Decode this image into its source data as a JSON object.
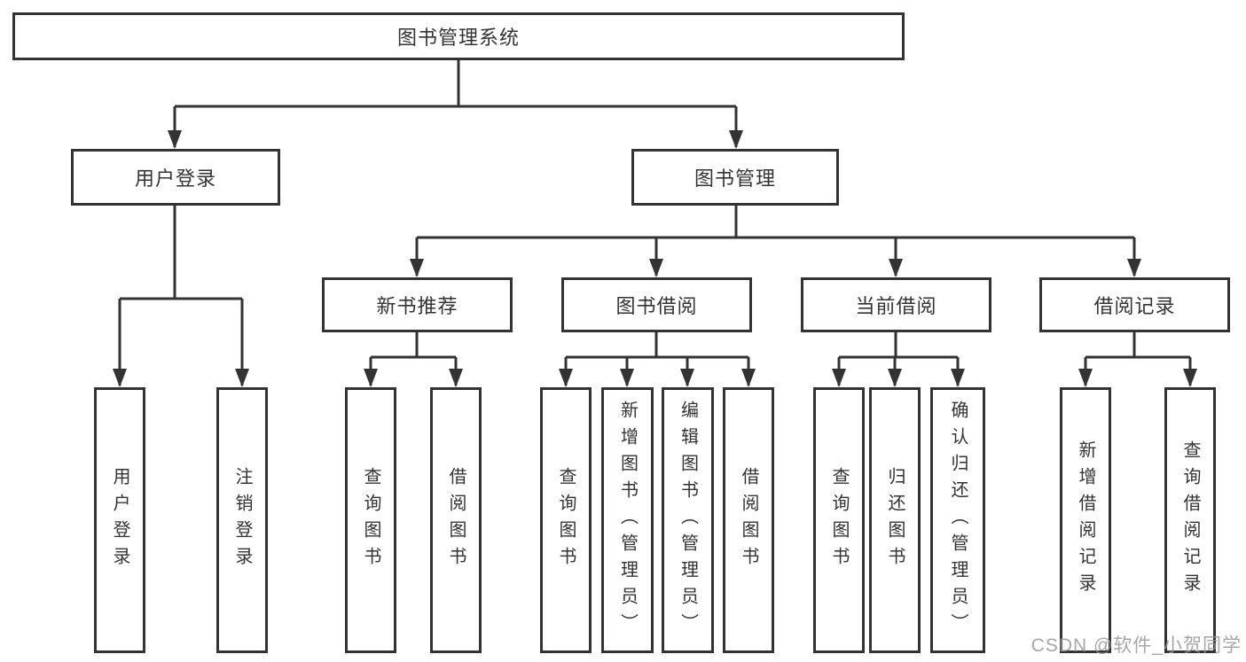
{
  "diagram": {
    "root": "图书管理系统",
    "user_login": {
      "label": "用户登录",
      "children": [
        "用户登录",
        "注销登录"
      ]
    },
    "book_management": {
      "label": "图书管理",
      "children": [
        {
          "label": "新书推荐",
          "children": [
            "查询图书",
            "借阅图书"
          ]
        },
        {
          "label": "图书借阅",
          "children": [
            "查询图书",
            "新增图书（管理员）",
            "编辑图书（管理员）",
            "借阅图书"
          ]
        },
        {
          "label": "当前借阅",
          "children": [
            "查询图书",
            "归还图书",
            "确认归还（管理员）"
          ]
        },
        {
          "label": "借阅记录",
          "children": [
            "新增借阅记录",
            "查询借阅记录"
          ]
        }
      ]
    },
    "colors": {
      "line": "#333333",
      "text": "#333333",
      "background": "#ffffff",
      "watermark": "#969696"
    }
  },
  "watermark": "CSDN @软件_小贺同学"
}
